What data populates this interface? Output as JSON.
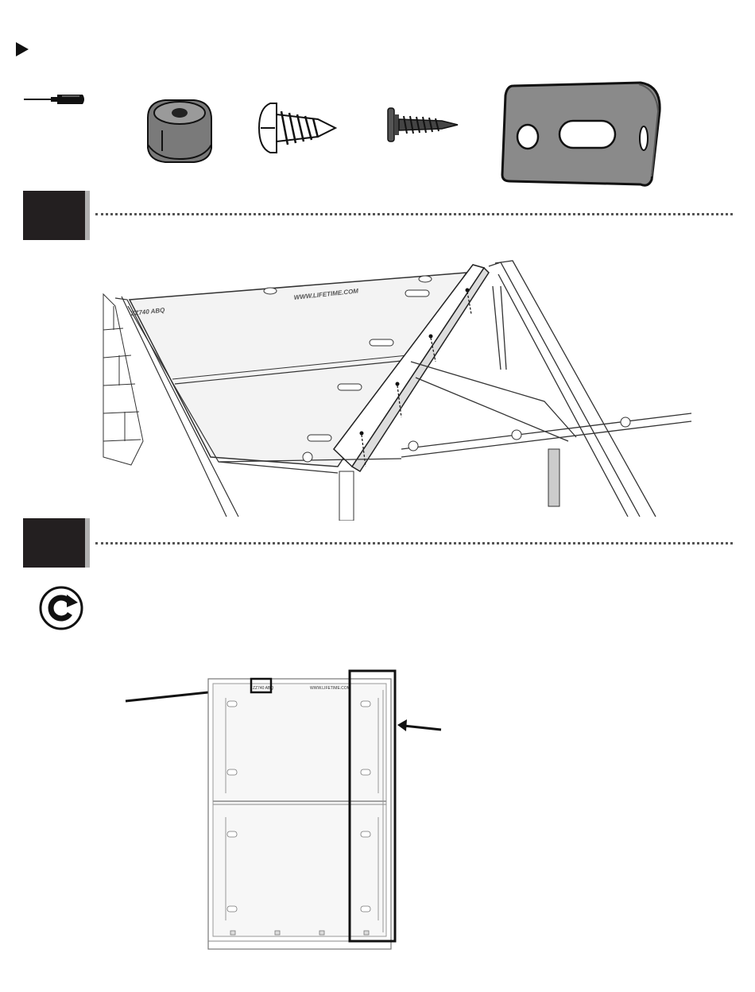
{
  "header": {
    "play_icon": "triangle-right-icon"
  },
  "tools": [
    {
      "name": "screwdriver",
      "icon": "screwdriver-icon"
    }
  ],
  "parts": [
    {
      "name": "cap",
      "icon": "cap-icon"
    },
    {
      "name": "pan-head-screw",
      "icon": "screw-icon"
    },
    {
      "name": "washer-head-screw",
      "icon": "screw-icon"
    },
    {
      "name": "angle-bracket",
      "icon": "bracket-icon"
    }
  ],
  "steps": [
    {
      "box_color": "#231f20"
    },
    {
      "box_color": "#231f20"
    }
  ],
  "illustration_1": {
    "panel_text_left": "ZZ740 ABQ",
    "panel_text_right": "WWW.LIFETIME.COM"
  },
  "illustration_2": {
    "rotate_icon": "rotate-icon",
    "panel_text_left": "ZZ740 ABQ",
    "panel_text_right": "WWW.LIFETIME.COM"
  },
  "colors": {
    "ink": "#231f20",
    "part_gray": "#8a8a8a",
    "panel_fill": "#f3f3f3"
  }
}
